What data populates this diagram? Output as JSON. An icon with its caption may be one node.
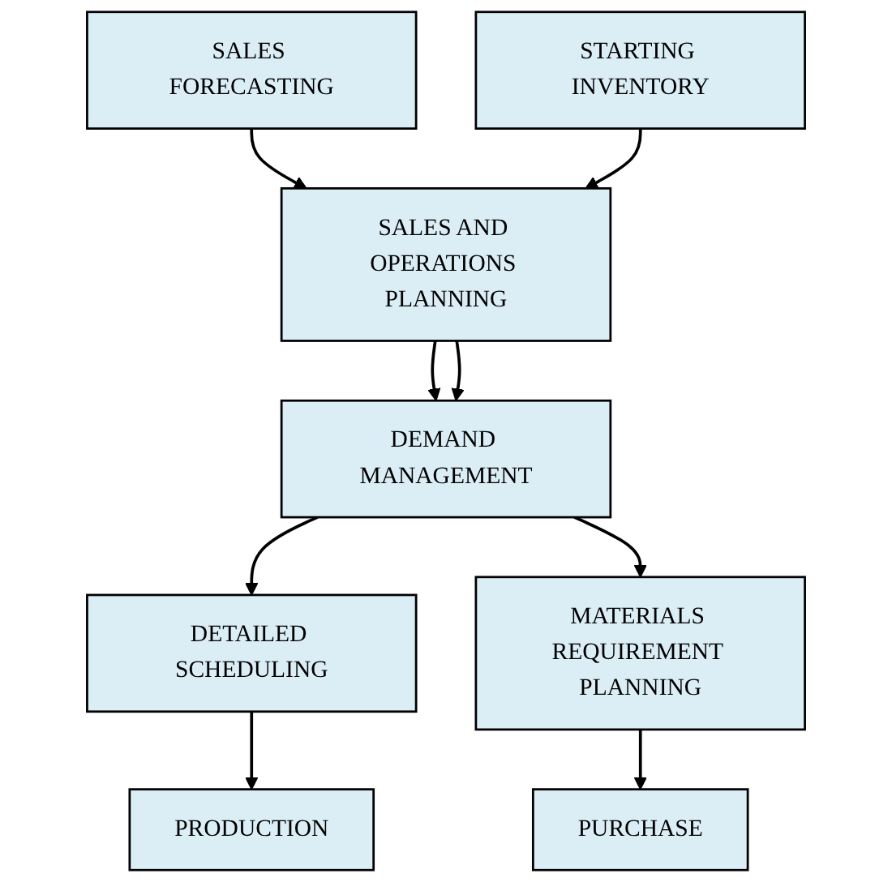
{
  "diagram": {
    "nodes": [
      {
        "text": [
          "SALES FORECASTING"
        ]
      },
      {
        "text": [
          "STARTING INVENTORY"
        ]
      },
      {
        "text": [
          "SALES AND OPERATIONS PLANNING"
        ]
      },
      {
        "text": [
          "DEMAND MANAGEMENT"
        ]
      },
      {
        "text": [
          "DETAILED SCHEDULING"
        ]
      },
      {
        "text": [
          "MATERIALS REQUIREMENT PLANNING"
        ]
      },
      {
        "text": [
          "PRODUCTION"
        ]
      },
      {
        "text": [
          "PURCHASE"
        ]
      }
    ],
    "edges": [
      {
        "from": 0,
        "to": 2,
        "arrow": "to"
      },
      {
        "from": 1,
        "to": 2,
        "arrow": "to"
      },
      {
        "from": 2,
        "to": 3,
        "arrow": "to"
      },
      {
        "from": 2,
        "to": 3,
        "arrow": "to"
      },
      {
        "from": 3,
        "to": 4,
        "arrow": "to"
      },
      {
        "from": 3,
        "to": 5,
        "arrow": "to"
      },
      {
        "from": 4,
        "to": 6,
        "arrow": "to"
      },
      {
        "from": 5,
        "to": 7,
        "arrow": "to"
      }
    ]
  }
}
